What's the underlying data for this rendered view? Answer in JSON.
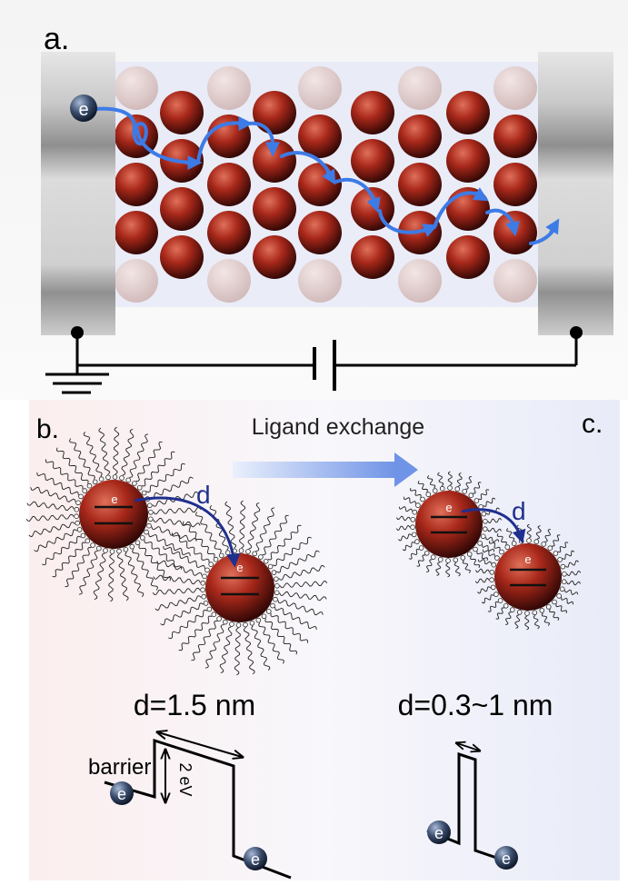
{
  "panel_a": {
    "label": "a.",
    "electron_symbol": "e"
  },
  "panel_b": {
    "label": "b.",
    "electron_symbol": "e",
    "distance_symbol": "d",
    "spacing_text": "d=1.5 nm",
    "barrier_label": "barrier",
    "barrier_height": "2 eV"
  },
  "panel_c": {
    "label": "c.",
    "electron_symbol": "e",
    "distance_symbol": "d",
    "spacing_text": "d=0.3~1 nm"
  },
  "exchange_arrow": {
    "label": "Ligand exchange"
  },
  "colors": {
    "nanocrystal": "#a8281a",
    "electron_path": "#3d7be6",
    "hop_arc": "#1f2f8f",
    "electrode": "#c8c8c8",
    "electron": "#2c3e5c"
  }
}
